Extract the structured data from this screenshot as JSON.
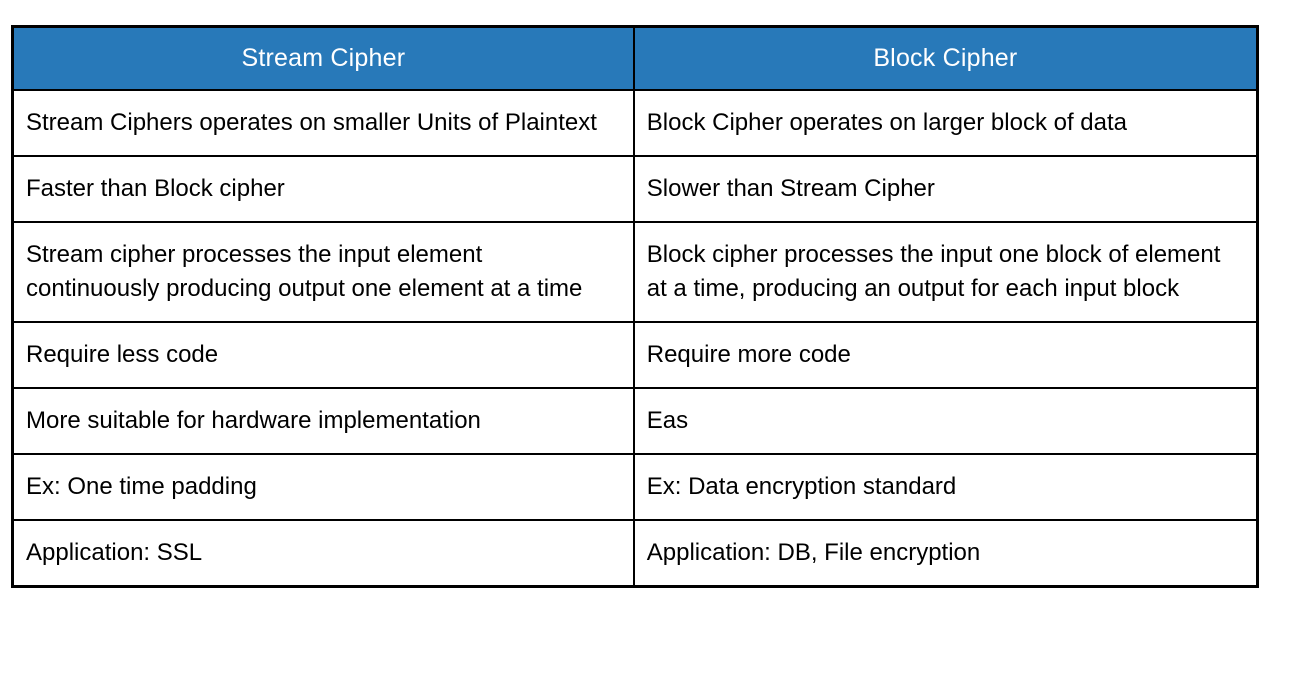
{
  "page": {
    "background_color": "#ffffff",
    "border_color": "#000000",
    "header_background_color": "#2879b9",
    "header_text_color": "#ffffff",
    "body_text_color": "#000000"
  },
  "table": {
    "headers": [
      "Stream Cipher",
      "Block Cipher"
    ],
    "rows": [
      {
        "stream_cipher": "Stream Ciphers operates on smaller Units of Plaintext",
        "block_cipher": "Block Cipher operates on larger block of data"
      },
      {
        "stream_cipher": "Faster than Block cipher",
        "block_cipher": "Slower than Stream Cipher"
      },
      {
        "stream_cipher": "Stream cipher processes the input element continuously producing output one element at a time",
        "block_cipher": "Block cipher processes the input one block of element at a time, producing an output for each input block"
      },
      {
        "stream_cipher": "Require less code",
        "block_cipher": "Require more code"
      },
      {
        "stream_cipher": "More suitable for hardware implementation",
        "block_cipher": "Eas"
      },
      {
        "stream_cipher": "Ex: One time padding",
        "block_cipher": "Ex: Data encryption standard"
      },
      {
        "stream_cipher": "Application: SSL",
        "block_cipher": "Application: DB, File encryption"
      }
    ]
  }
}
